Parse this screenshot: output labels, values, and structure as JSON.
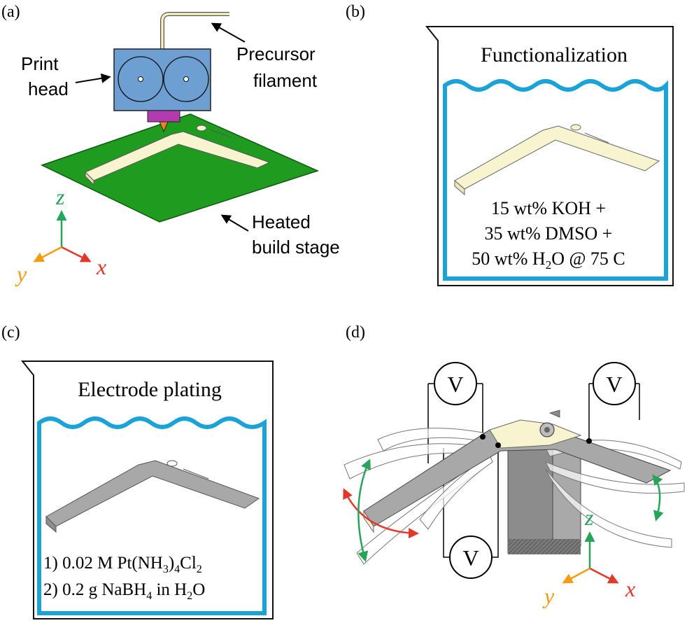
{
  "colors": {
    "stage": "#1f9c1f",
    "print_head": "#6d9fd3",
    "nozzle_block": "#b23bb0",
    "nozzle_tip": "#e8881a",
    "part_raw": "#f8f4d0",
    "part_plated": "#a8a8a8",
    "bath_water": "#1aa3d8",
    "axis_x": "#e0392b",
    "axis_y": "#f39c12",
    "axis_z": "#27a35a",
    "motion_red": "#e0392b",
    "motion_green": "#27a35a",
    "wire": "#000000",
    "clamp": "#8c8c8c"
  },
  "panel_a": {
    "tag": "(a)",
    "print_head_label_1": "Print",
    "print_head_label_2": "head",
    "filament_label_1": "Precursor",
    "filament_label_2": "filament",
    "stage_label_1": "Heated",
    "stage_label_2": "build stage",
    "axes": {
      "x": "x",
      "y": "y",
      "z": "z"
    }
  },
  "panel_b": {
    "tag": "(b)",
    "title": "Functionalization",
    "line_1": "15 wt% KOH +",
    "line_2": "35 wt% DMSO +",
    "line_3_prefix": "50 wt% H",
    "line_3_sub": "2",
    "line_3_suffix": "O @ 75 C"
  },
  "panel_c": {
    "tag": "(c)",
    "title": "Electrode plating",
    "line_1_prefix": "1) 0.02 M Pt(NH",
    "line_1_sub_1": "3",
    "line_1_mid": ")",
    "line_1_sub_2": "4",
    "line_1_suffix": "Cl",
    "line_1_sub_3": "2",
    "line_2_prefix": "2) 0.2 g NaBH",
    "line_2_sub_1": "4",
    "line_2_mid": " in H",
    "line_2_sub_2": "2",
    "line_2_suffix": "O"
  },
  "panel_d": {
    "tag": "(d)",
    "voltmeter_label": "V",
    "axes": {
      "x": "x",
      "y": "y",
      "z": "z"
    }
  }
}
